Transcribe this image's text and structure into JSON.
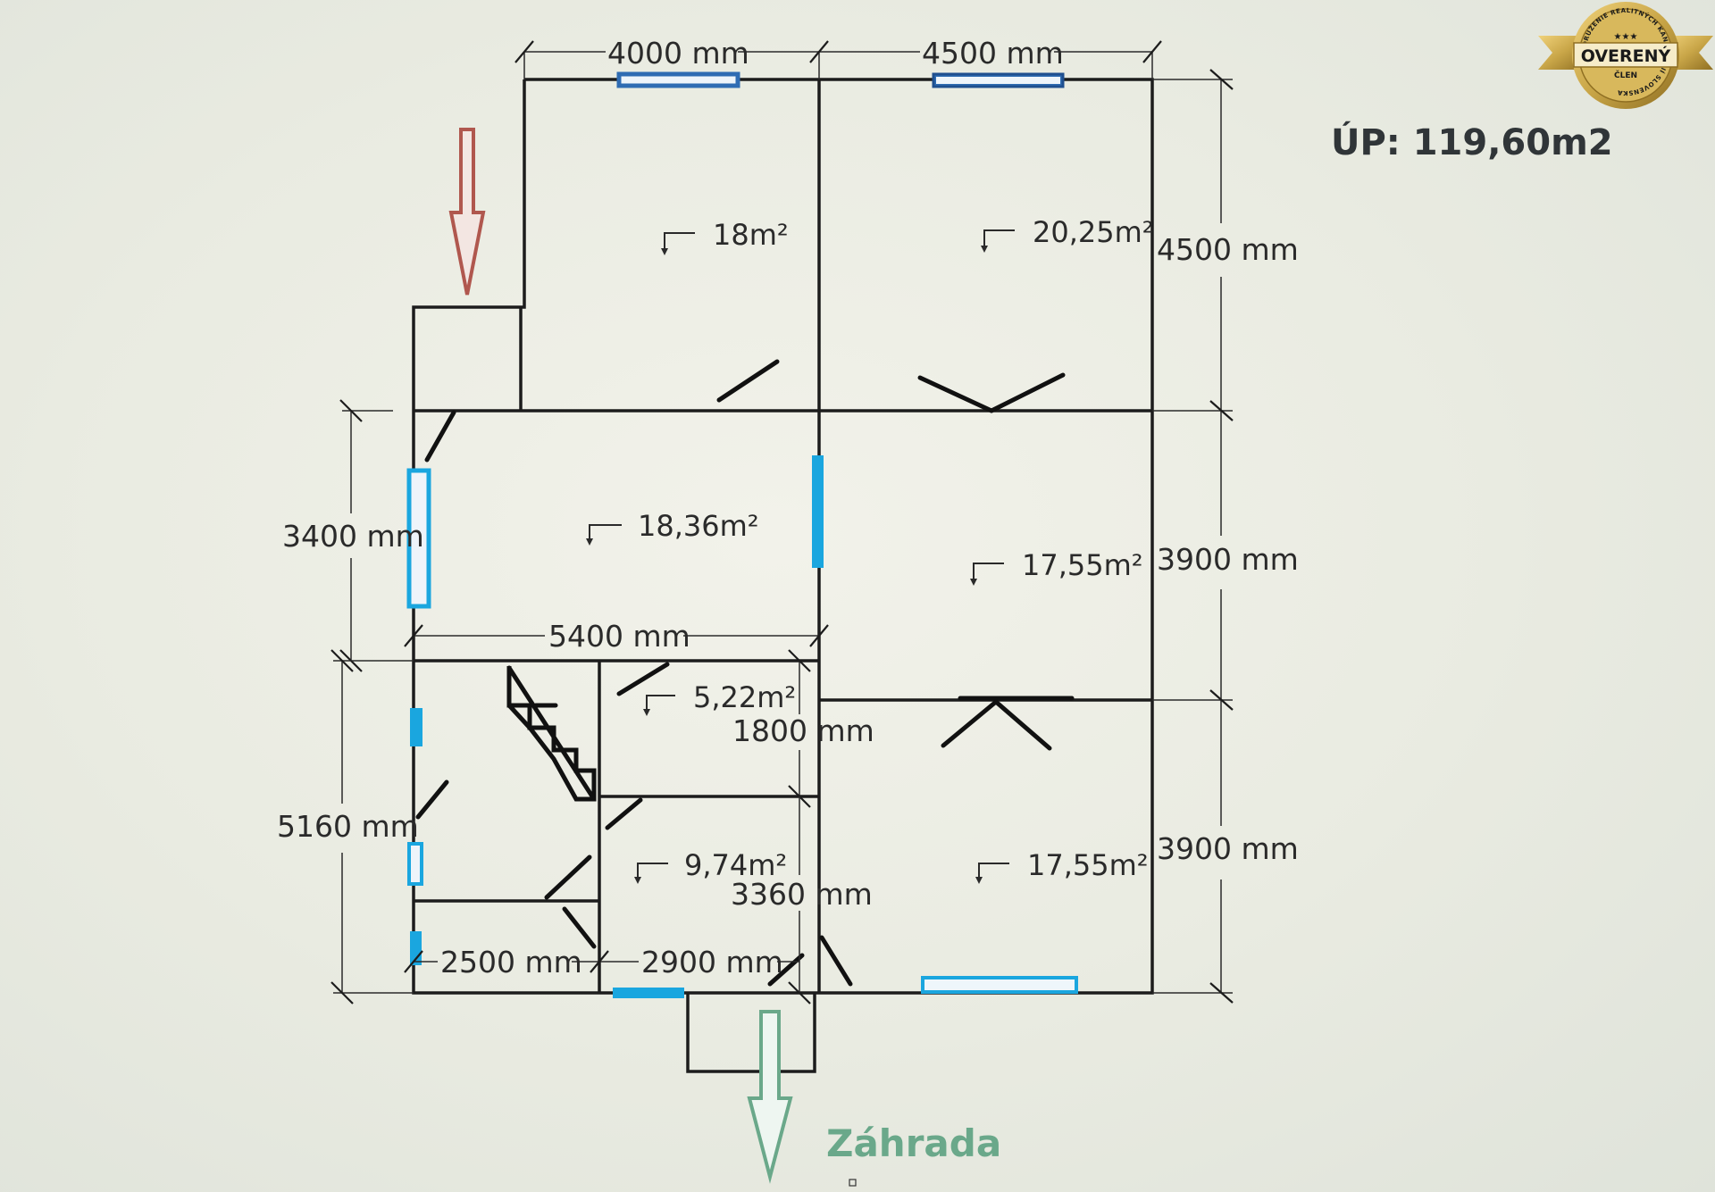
{
  "header": {
    "usable_area": "ÚP: 119,60m2"
  },
  "badge": {
    "main": "OVERENÝ",
    "sub": "ČLEN",
    "ring": "ZDRUŽENIE REALITNÝCH KANCELÁRIÍ SLOVENSKA",
    "stars": "★★★"
  },
  "garden_label": "Záhrada",
  "dimensions": {
    "top_left": "4000 mm",
    "top_right": "4500 mm",
    "right_top": "4500 mm",
    "right_middle": "3900 mm",
    "right_bottom": "3900 mm",
    "left_upper": "3400 mm",
    "left_lower": "5160 mm",
    "middle_width": "5400 mm",
    "small_room_height": "1800 mm",
    "bath_height": "3360 mm",
    "bottom_left": "2500 mm",
    "bottom_middle": "2900 mm"
  },
  "rooms": [
    {
      "id": "room-top-left",
      "area": "18m²"
    },
    {
      "id": "room-top-right",
      "area": "20,25m²"
    },
    {
      "id": "room-living",
      "area": "18,36m²"
    },
    {
      "id": "room-right-middle",
      "area": "17,55m²"
    },
    {
      "id": "room-small",
      "area": "5,22m²"
    },
    {
      "id": "room-bath",
      "area": "9,74m²"
    },
    {
      "id": "room-right-bottom",
      "area": "17,55m²"
    }
  ],
  "colors": {
    "wall": "#1c1c1c",
    "window_dark_blue": "#2f6cb3",
    "window_light_blue": "#1aa6df",
    "entrance_arrow": "#b0574e",
    "garden_arrow": "#6aa88a",
    "badge_gold": "#c9a648"
  }
}
